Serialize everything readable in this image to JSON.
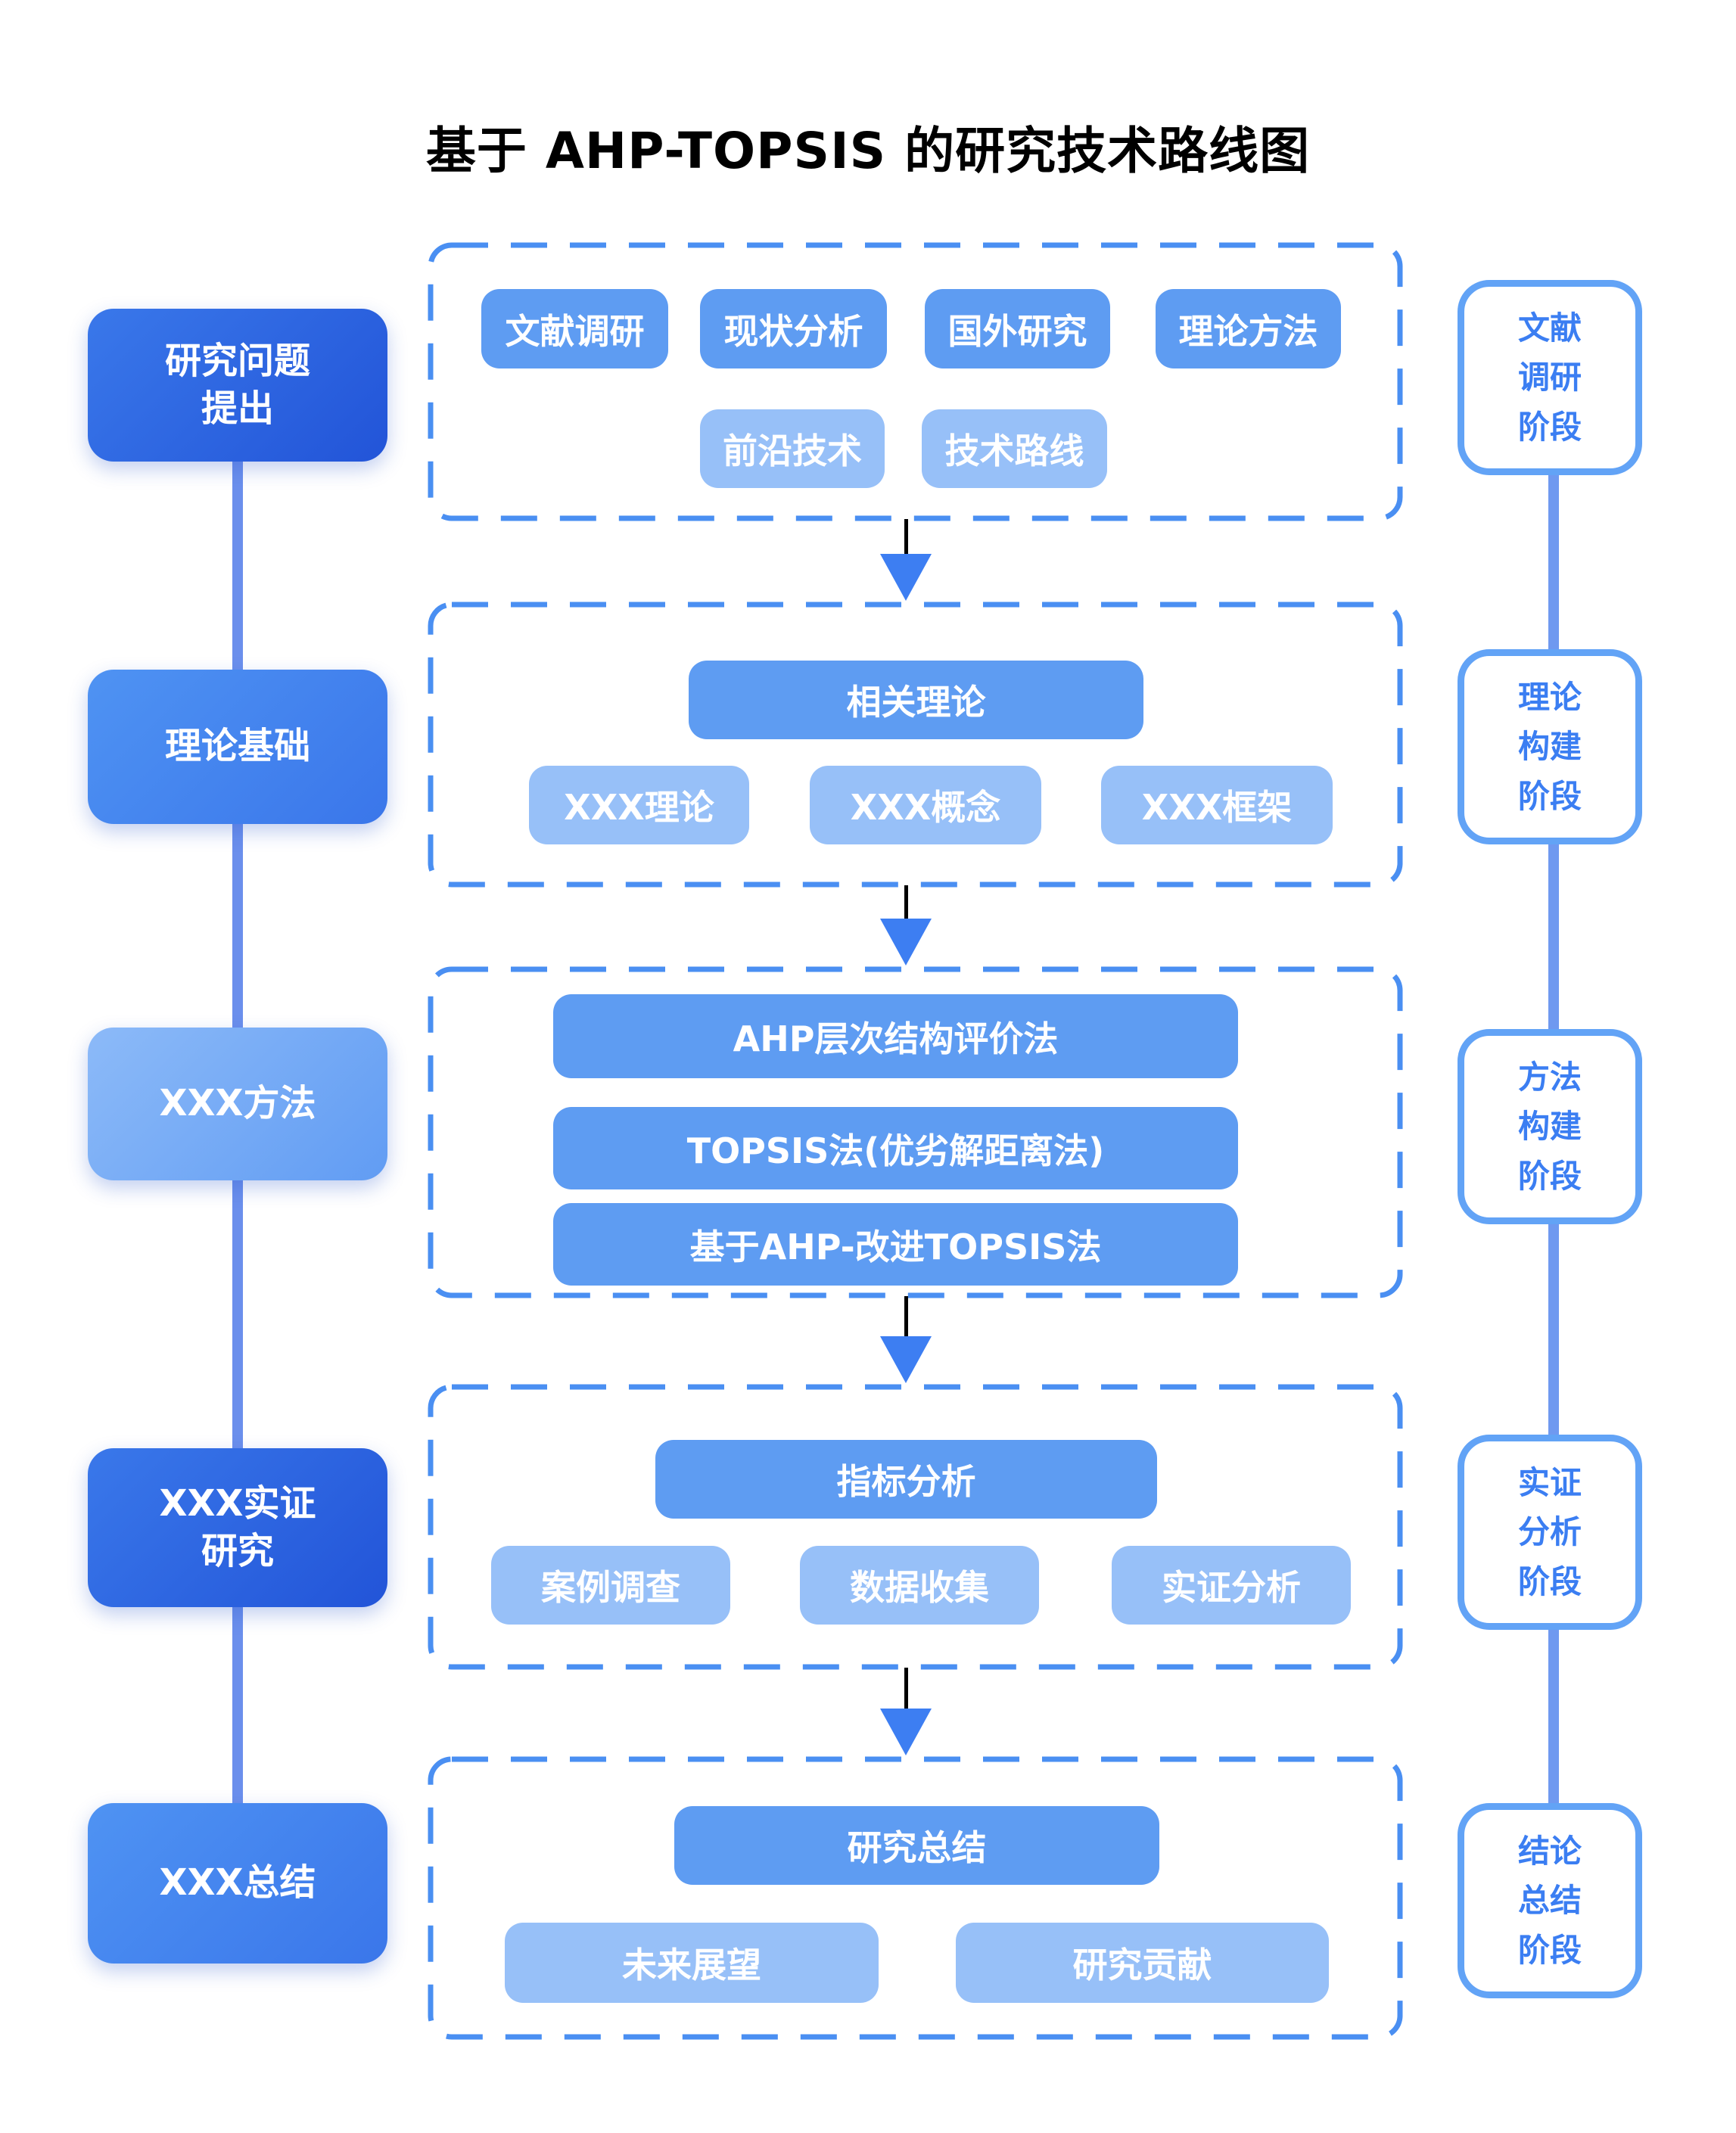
{
  "title": "基于 AHP-TOPSIS 的研究技术路线图",
  "left_column": {
    "items": [
      {
        "lines": [
          "研究问题",
          "提出"
        ],
        "variant": "dark"
      },
      {
        "lines": [
          "理论基础"
        ],
        "variant": "medium"
      },
      {
        "lines": [
          "XXX方法"
        ],
        "variant": "light"
      },
      {
        "lines": [
          "XXX实证",
          "研究"
        ],
        "variant": "dark"
      },
      {
        "lines": [
          "XXX总结"
        ],
        "variant": "medium"
      }
    ]
  },
  "stages": [
    {
      "chips": [
        {
          "label": "文献调研"
        },
        {
          "label": "现状分析"
        },
        {
          "label": "国外研究"
        },
        {
          "label": "理论方法"
        },
        {
          "label": "前沿技术"
        },
        {
          "label": "技术路线"
        }
      ]
    },
    {
      "chips": [
        {
          "label": "相关理论"
        },
        {
          "label": "XXX理论"
        },
        {
          "label": "XXX概念"
        },
        {
          "label": "XXX框架"
        }
      ]
    },
    {
      "chips": [
        {
          "label": "AHP层次结构评价法"
        },
        {
          "label": "TOPSIS法(优劣解距离法)"
        },
        {
          "label": "基于AHP-改进TOPSIS法"
        }
      ]
    },
    {
      "chips": [
        {
          "label": "指标分析"
        },
        {
          "label": "案例调查"
        },
        {
          "label": "数据收集"
        },
        {
          "label": "实证分析"
        }
      ]
    },
    {
      "chips": [
        {
          "label": "研究总结"
        },
        {
          "label": "未来展望"
        },
        {
          "label": "研究贡献"
        }
      ]
    }
  ],
  "right_column": {
    "items": [
      {
        "lines": [
          "文献",
          "调研",
          "阶段"
        ]
      },
      {
        "lines": [
          "理论",
          "构建",
          "阶段"
        ]
      },
      {
        "lines": [
          "方法",
          "构建",
          "阶段"
        ]
      },
      {
        "lines": [
          "实证",
          "分析",
          "阶段"
        ]
      },
      {
        "lines": [
          "结论",
          "总结",
          "阶段"
        ]
      }
    ]
  },
  "colors": {
    "phase_dark_start": "#3a78ea",
    "phase_dark_end": "#2254d8",
    "phase_medium_start": "#4f93f3",
    "phase_medium_end": "#3a76ea",
    "phase_light_start": "#8cbaf8",
    "phase_light_end": "#619cf3",
    "chip_medium": "#5e9cf2",
    "chip_light": "#97c0f8",
    "dashed_border": "#4a8ff2",
    "right_box_border": "#62a3f6",
    "right_box_text": "#3b7ef2",
    "left_line": "#6b8fec",
    "right_line": "#6f99f0",
    "arrow_head": "#3d7ef2",
    "arrow_stem": "#000000",
    "title_text": "#000000"
  }
}
